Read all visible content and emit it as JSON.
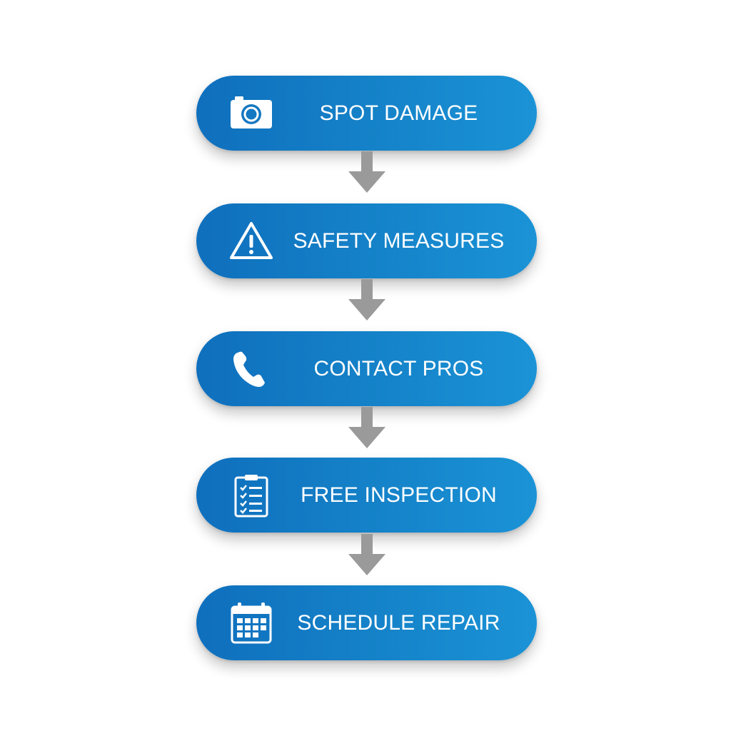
{
  "steps": [
    {
      "label": "SPOT DAMAGE",
      "icon": "camera-icon"
    },
    {
      "label": "SAFETY MEASURES",
      "icon": "warning-icon"
    },
    {
      "label": "CONTACT PROS",
      "icon": "phone-icon"
    },
    {
      "label": "FREE INSPECTION",
      "icon": "clipboard-checklist-icon"
    },
    {
      "label": "SCHEDULE REPAIR",
      "icon": "calendar-icon"
    }
  ],
  "colors": {
    "step_fill_start": "#0f6fbd",
    "step_fill_end": "#1b93d6",
    "arrow": "#9a9a9a",
    "text": "#ffffff"
  }
}
